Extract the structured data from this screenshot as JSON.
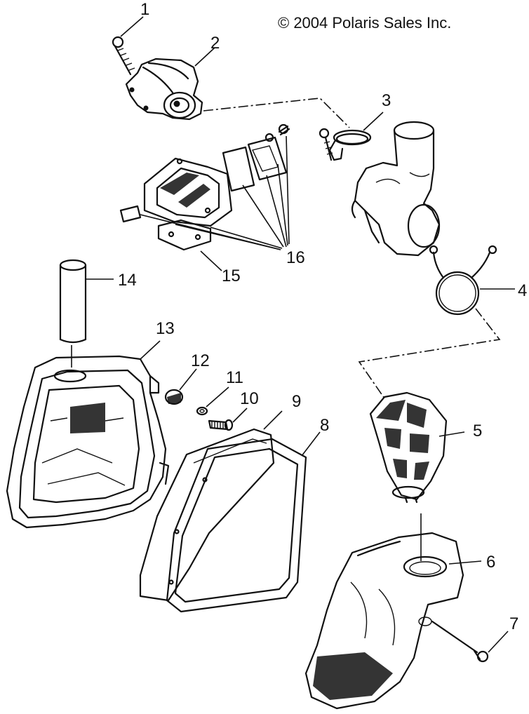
{
  "copyright": "© 2004 Polaris Sales Inc.",
  "callouts": [
    {
      "id": "1",
      "label": "1"
    },
    {
      "id": "2",
      "label": "2"
    },
    {
      "id": "3",
      "label": "3"
    },
    {
      "id": "4",
      "label": "4"
    },
    {
      "id": "5",
      "label": "5"
    },
    {
      "id": "6",
      "label": "6"
    },
    {
      "id": "7",
      "label": "7"
    },
    {
      "id": "8",
      "label": "8"
    },
    {
      "id": "9",
      "label": "9"
    },
    {
      "id": "10",
      "label": "10"
    },
    {
      "id": "11",
      "label": "11"
    },
    {
      "id": "12",
      "label": "12"
    },
    {
      "id": "13",
      "label": "13"
    },
    {
      "id": "14",
      "label": "14"
    },
    {
      "id": "15",
      "label": "15"
    },
    {
      "id": "16",
      "label": "16"
    }
  ]
}
